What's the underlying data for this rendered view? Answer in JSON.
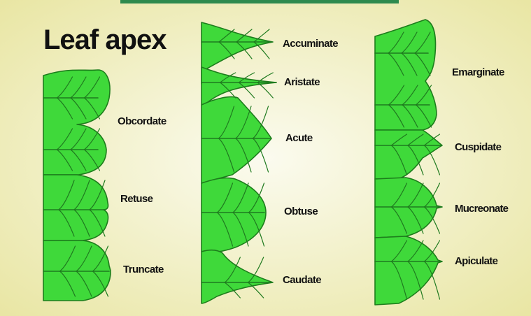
{
  "title": "Leaf apex",
  "colors": {
    "background_edge": "#e9e6a4",
    "background_center": "#fbfbef",
    "leaf_fill": "#3fd93a",
    "leaf_outline": "#1d7d1c",
    "vein": "#1f7a1f",
    "top_bar": "#2e8a4e"
  },
  "columns": [
    {
      "name": "left",
      "shapes": [
        {
          "key": "obcordate",
          "label": "Obcordate"
        },
        {
          "key": "retuse",
          "label": "Retuse"
        },
        {
          "key": "truncate",
          "label": "Truncate"
        }
      ]
    },
    {
      "name": "middle",
      "shapes": [
        {
          "key": "accuminate",
          "label": "Accuminate"
        },
        {
          "key": "aristate",
          "label": "Aristate"
        },
        {
          "key": "acute",
          "label": "Acute"
        },
        {
          "key": "obtuse",
          "label": "Obtuse"
        },
        {
          "key": "caudate",
          "label": "Caudate"
        }
      ]
    },
    {
      "name": "right",
      "shapes": [
        {
          "key": "emarginate",
          "label": "Emarginate"
        },
        {
          "key": "cuspidate",
          "label": "Cuspidate"
        },
        {
          "key": "mucreonate",
          "label": "Mucreonate"
        },
        {
          "key": "apiculate",
          "label": "Apiculate"
        }
      ]
    }
  ]
}
